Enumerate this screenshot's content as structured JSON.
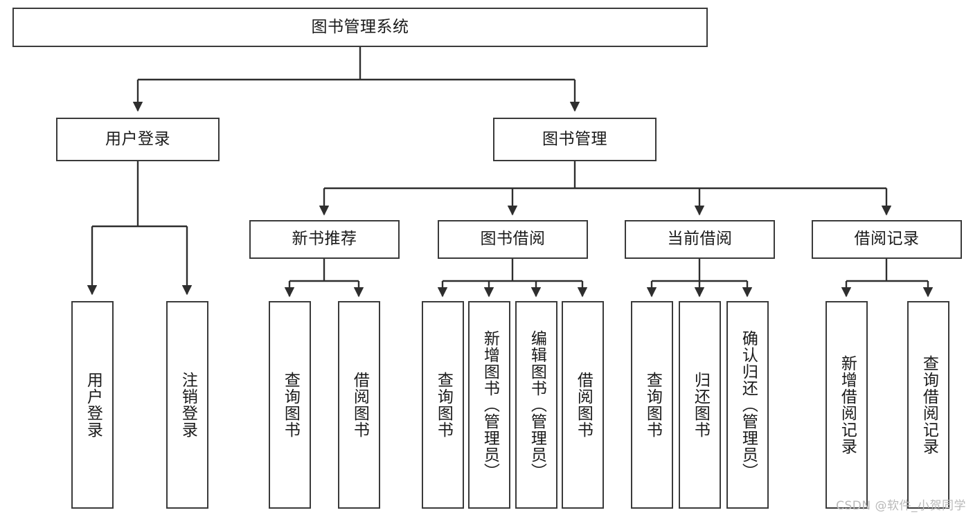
{
  "diagram": {
    "title": "图书管理系统",
    "type": "tree-hierarchy-chart",
    "orientation": "top-down",
    "colors": {
      "box_border": "#3a3a3a",
      "box_fill": "#ffffff",
      "connector": "#2e2e2e",
      "text": "#1a1a1a",
      "watermark": "#b9b9b9",
      "background": "#ffffff"
    },
    "root": {
      "id": "root",
      "label": "图书管理系统",
      "text_direction": "horizontal"
    },
    "level2": [
      {
        "id": "user-login",
        "label": "用户登录",
        "text_direction": "horizontal",
        "children": [
          {
            "id": "user-login-leaf",
            "label": "用户登录",
            "text_direction": "vertical"
          },
          {
            "id": "user-logout-leaf",
            "label": "注销登录",
            "text_direction": "vertical"
          }
        ]
      },
      {
        "id": "book-management",
        "label": "图书管理",
        "text_direction": "horizontal",
        "children": [
          {
            "id": "new-book-recommend",
            "label": "新书推荐",
            "text_direction": "horizontal",
            "children": [
              {
                "id": "recommend-query-book",
                "label": "查询图书",
                "text_direction": "vertical"
              },
              {
                "id": "recommend-borrow-book",
                "label": "借阅图书",
                "text_direction": "vertical"
              }
            ]
          },
          {
            "id": "book-borrow",
            "label": "图书借阅",
            "text_direction": "horizontal",
            "children": [
              {
                "id": "borrow-query-book",
                "label": "查询图书",
                "text_direction": "vertical"
              },
              {
                "id": "borrow-add-book",
                "label": "新增图书（管理员）",
                "text_direction": "vertical"
              },
              {
                "id": "borrow-edit-book",
                "label": "编辑图书（管理员）",
                "text_direction": "vertical"
              },
              {
                "id": "borrow-borrow-book",
                "label": "借阅图书",
                "text_direction": "vertical"
              }
            ]
          },
          {
            "id": "current-borrow",
            "label": "当前借阅",
            "text_direction": "horizontal",
            "children": [
              {
                "id": "current-query-book",
                "label": "查询图书",
                "text_direction": "vertical"
              },
              {
                "id": "current-return-book",
                "label": "归还图书",
                "text_direction": "vertical"
              },
              {
                "id": "current-confirm-return",
                "label": "确认归还（管理员）",
                "text_direction": "vertical"
              }
            ]
          },
          {
            "id": "borrow-record",
            "label": "借阅记录",
            "text_direction": "horizontal",
            "children": [
              {
                "id": "record-add",
                "label": "新增借阅记录",
                "text_direction": "vertical"
              },
              {
                "id": "record-query",
                "label": "查询借阅记录",
                "text_direction": "vertical"
              }
            ]
          }
        ]
      }
    ],
    "watermark": "CSDN @软件_小贺同学"
  }
}
